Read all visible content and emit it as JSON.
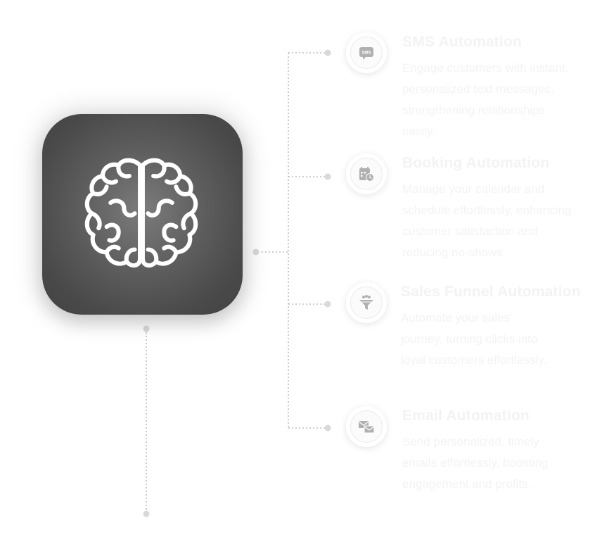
{
  "colors": {
    "tile_dark": "#4a4a4a",
    "tile_light": "#7c7c7c",
    "connector": "#bdbdbd",
    "node_dot": "#d9d9d9",
    "feature_text": "#f3f3f3",
    "icon_color": "#b0b0b0"
  },
  "hub": {
    "icon": "brain-icon"
  },
  "features": [
    {
      "title": "SMS Automation",
      "icon": "sms-chat-icon",
      "lines": [
        "Engage customers with instant,",
        "personalized text messages,",
        "strengthening relationships",
        "easily."
      ]
    },
    {
      "title": "Booking Automation",
      "icon": "calendar-clock-icon",
      "lines": [
        "Manage your calendar and",
        "schedule effortlessly, enhancing",
        "customer satisfaction and",
        "reducing no-shows."
      ]
    },
    {
      "title": "Sales Funnel Automation",
      "icon": "funnel-icon",
      "lines": [
        "Automate your sales",
        "journey, turning clicks into",
        "loyal customers effortlessly."
      ]
    },
    {
      "title": "Email Automation",
      "icon": "envelopes-icon",
      "lines": [
        "Send personalized, timely",
        "emails effortlessly, boosting",
        "engagement and profits."
      ]
    }
  ]
}
